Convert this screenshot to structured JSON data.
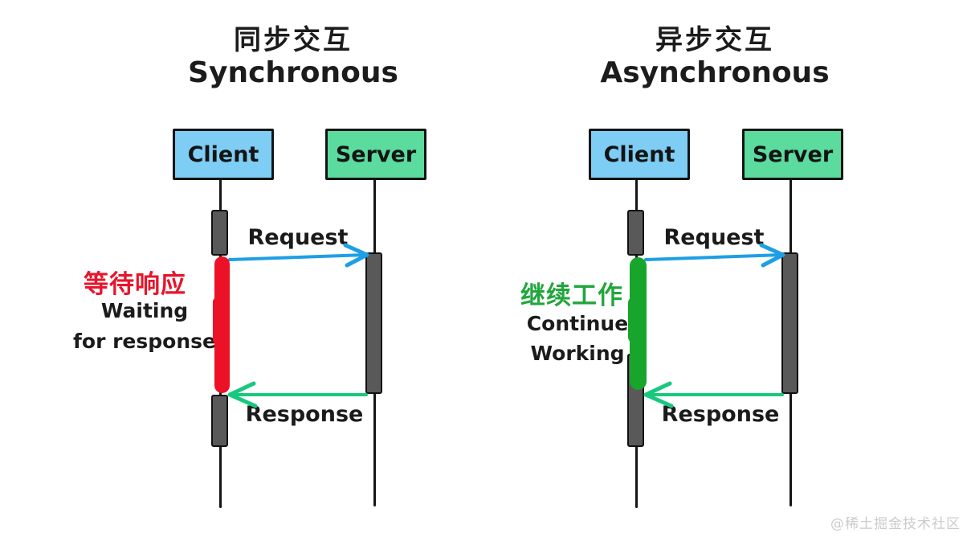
{
  "page": {
    "background": "#ffffff",
    "watermark": "@稀土掘金技术社区"
  },
  "colors": {
    "page_bg": "#ffffff",
    "client_box": "#7ECDF4",
    "server_box": "#5BDB9E",
    "request_arrow": "#1E9FE4",
    "response_arrow": "#17C97E",
    "waiting_marker": "#EC1126",
    "working_marker": "#18A52B",
    "waiting_text": "#E8142B",
    "working_text": "#21A63C",
    "activation_bar": "#595959",
    "lifeline": "#151515"
  },
  "sync": {
    "title_zh": "同步交互",
    "title_en": "Synchronous",
    "client_label": "Client",
    "server_label": "Server",
    "request_label": "Request",
    "response_label": "Response",
    "annotation_zh": "等待响应",
    "annotation_en_line1": "Waiting",
    "annotation_en_line2": "for response"
  },
  "async": {
    "title_zh": "异步交互",
    "title_en": "Asynchronous",
    "client_label": "Client",
    "server_label": "Server",
    "request_label": "Request",
    "response_label": "Response",
    "annotation_zh": "继续工作",
    "annotation_en_line1": "Continue",
    "annotation_en_line2": "Working"
  }
}
